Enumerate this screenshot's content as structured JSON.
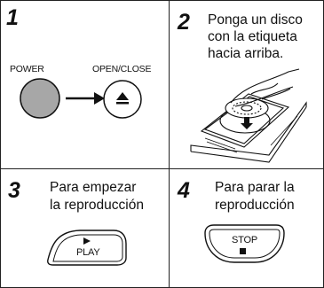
{
  "steps": [
    {
      "number": "1",
      "labels": {
        "power": "POWER",
        "open_close": "OPEN/CLOSE"
      }
    },
    {
      "number": "2",
      "text": [
        "Ponga un disco",
        "con la etiqueta",
        "hacia arriba."
      ]
    },
    {
      "number": "3",
      "text": [
        "Para empezar",
        "la reproducción"
      ],
      "button_label": "PLAY"
    },
    {
      "number": "4",
      "text": [
        "Para parar la",
        "reproducción"
      ],
      "button_label": "STOP"
    }
  ]
}
